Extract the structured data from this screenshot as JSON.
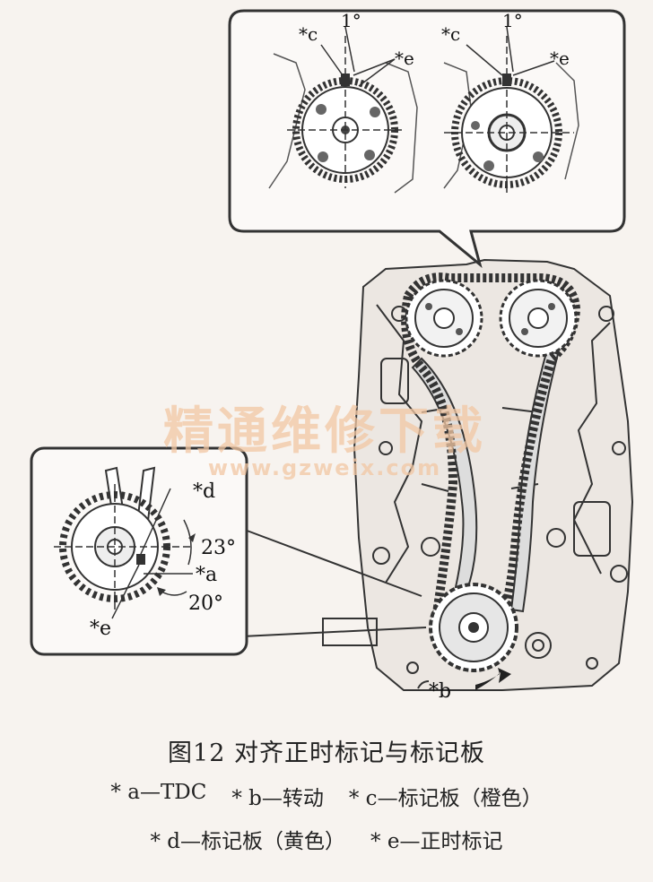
{
  "callout_top": {
    "left": {
      "c_label": "*c",
      "e_label": "*e",
      "angle_label": "1°"
    },
    "right": {
      "c_label": "*c",
      "e_label": "*e",
      "angle_label": "1°"
    }
  },
  "callout_left": {
    "d_label": "*d",
    "e_label": "*e",
    "a_label": "*a",
    "angle_upper": "23°",
    "angle_lower": "20°"
  },
  "engine": {
    "b_label": "*b"
  },
  "watermark": {
    "cn": "精通维修下载",
    "url": "www.gzweix.com"
  },
  "caption": {
    "title": "图12  对齐正时标记与标记板",
    "legend": [
      [
        "* a—TDC",
        "* b—转动",
        "* c—标记板（橙色）"
      ],
      [
        "* d—标记板（黄色）",
        "* e—正时标记"
      ]
    ]
  }
}
